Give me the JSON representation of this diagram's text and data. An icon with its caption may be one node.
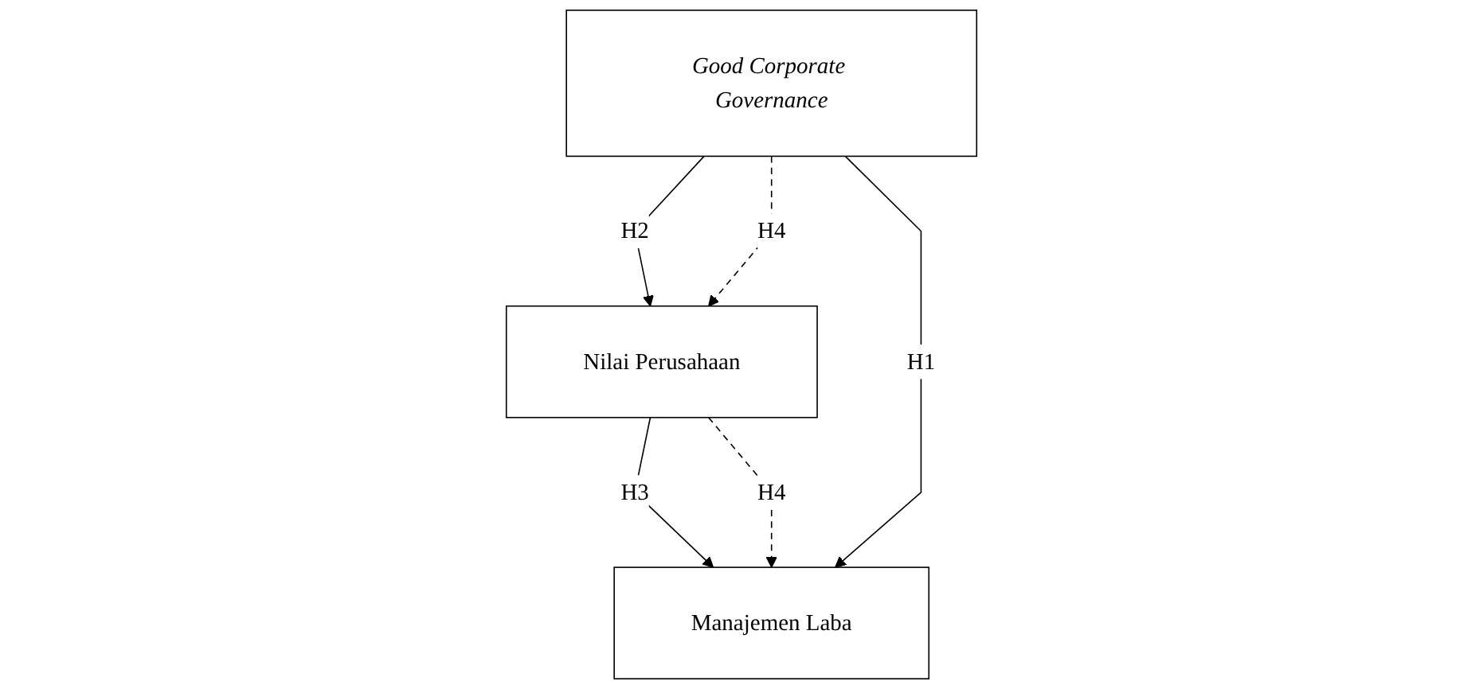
{
  "diagram": {
    "nodes": [
      {
        "text": [
          "Nilai Perusahaan"
        ]
      },
      {
        "text": [
          "Good Corporate Governance"
        ]
      },
      {
        "text": [
          "Manajemen Laba"
        ]
      }
    ],
    "edges": [
      {
        "from": 1,
        "to": 0,
        "arrow": "to",
        "label": "H2"
      },
      {
        "from": 1,
        "to": 0,
        "arrow": "to",
        "label": "H4",
        "style": "dashed"
      },
      {
        "from": 0,
        "to": 2,
        "arrow": "to",
        "label": "H3"
      },
      {
        "from": 0,
        "to": 2,
        "arrow": "to",
        "label": "H4",
        "style": "dashed"
      },
      {
        "from": 1,
        "to": 2,
        "arrow": "to",
        "label": "H1"
      }
    ]
  }
}
